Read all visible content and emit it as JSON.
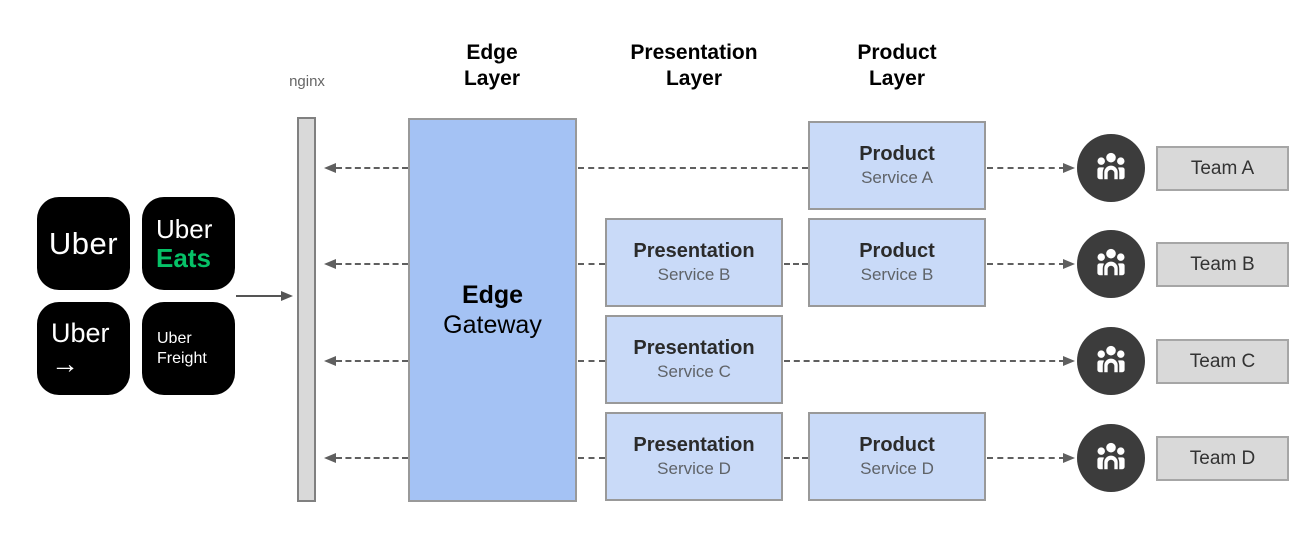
{
  "logos": [
    {
      "line1": "Uber",
      "line2": ""
    },
    {
      "line1": "Uber",
      "line2": "Eats"
    },
    {
      "line1": "Uber",
      "line2": "→"
    },
    {
      "line1": "Uber",
      "line2": "Freight"
    }
  ],
  "nginx_label": "nginx",
  "headers": {
    "edge": {
      "line1": "Edge",
      "line2": "Layer"
    },
    "presentation": {
      "line1": "Presentation",
      "line2": "Layer"
    },
    "product": {
      "line1": "Product",
      "line2": "Layer"
    }
  },
  "edge_gateway": {
    "title": "Edge",
    "subtitle": "Gateway"
  },
  "presentation_services": [
    {
      "title": "Presentation",
      "subtitle": "Service B"
    },
    {
      "title": "Presentation",
      "subtitle": "Service C"
    },
    {
      "title": "Presentation",
      "subtitle": "Service D"
    }
  ],
  "product_services": [
    {
      "title": "Product",
      "subtitle": "Service A"
    },
    {
      "title": "Product",
      "subtitle": "Service B"
    },
    {
      "title": "Product",
      "subtitle": "Service D"
    }
  ],
  "teams": [
    {
      "label": "Team A"
    },
    {
      "label": "Team B"
    },
    {
      "label": "Team C"
    },
    {
      "label": "Team D"
    }
  ],
  "colors": {
    "edge-fill": "#a4c2f4",
    "service-fill": "#c9daf8",
    "box-border": "#999999",
    "bar-fill": "#d9d9d9",
    "bar-border": "#808080",
    "team-circle": "#3c3c3c",
    "team-label-fill": "#d9d9d9",
    "team-label-border": "#a6a6a6",
    "line": "#5f5f5f",
    "logo-bg": "#000000",
    "eats-green": "#06c167",
    "title-text": "#2b2b2b",
    "subtitle-text": "#5f6368",
    "muted-text": "#666666"
  }
}
